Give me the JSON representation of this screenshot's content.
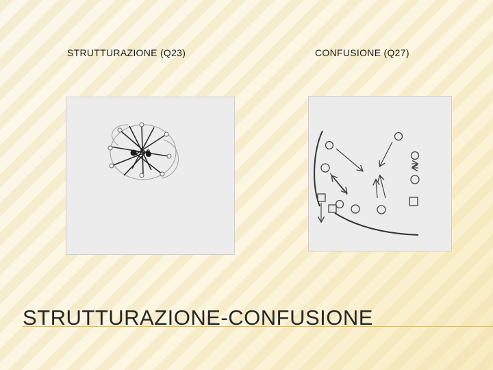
{
  "slide": {
    "caption_left": "STRUTTURAZIONE (Q23)",
    "caption_right": "CONFUSIONE (Q27)",
    "title": "STRUTTURAZIONE-CONFUSIONE",
    "accent_color": "#e3b95a"
  }
}
